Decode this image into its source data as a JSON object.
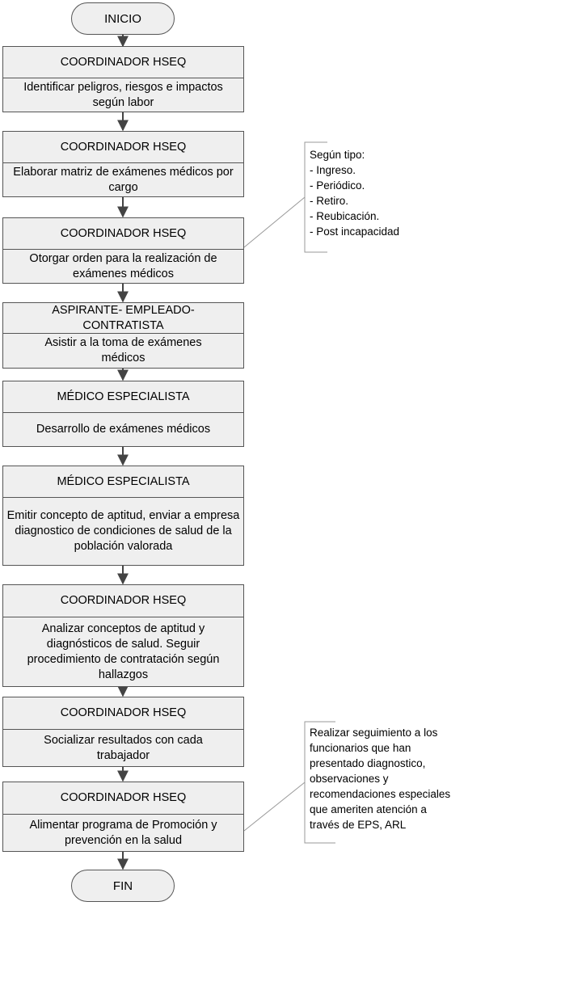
{
  "start_label": "INICIO",
  "end_label": "FIN",
  "steps": [
    {
      "role": "COORDINADOR HSEQ",
      "task": "Identificar peligros, riesgos e impactos  según labor"
    },
    {
      "role": "COORDINADOR HSEQ",
      "task": "Elaborar matriz de exámenes médicos  por cargo"
    },
    {
      "role": "COORDINADOR HSEQ",
      "task": "Otorgar orden para la realización de exámenes médicos"
    },
    {
      "role": "ASPIRANTE- EMPLEADO- CONTRATISTA",
      "task": "Asistir a la toma de exámenes médicos"
    },
    {
      "role": "MÉDICO ESPECIALISTA",
      "task": "Desarrollo de exámenes médicos"
    },
    {
      "role": "MÉDICO ESPECIALISTA",
      "task": "Emitir concepto de aptitud, enviar a empresa diagnostico de condiciones de salud de la población valorada"
    },
    {
      "role": "COORDINADOR HSEQ",
      "task": "Analizar conceptos de aptitud y diagnósticos  de salud. Seguir procedimiento de contratación según hallazgos"
    },
    {
      "role": "COORDINADOR HSEQ",
      "task": "Socializar resultados  con cada trabajador"
    },
    {
      "role": "COORDINADOR HSEQ",
      "task": "Alimentar programa de Promoción y prevención en la salud"
    }
  ],
  "notes": [
    {
      "lines": [
        "Según tipo:",
        "- Ingreso.",
        "- Periódico.",
        "- Retiro.",
        "- Reubicación.",
        "- Post incapacidad"
      ]
    },
    {
      "lines": [
        "Realizar seguimiento a los",
        "funcionarios que han",
        "presentado diagnostico,",
        "observaciones y",
        "recomendaciones especiales",
        "que ameriten atención a",
        "través de EPS, ARL"
      ]
    }
  ]
}
